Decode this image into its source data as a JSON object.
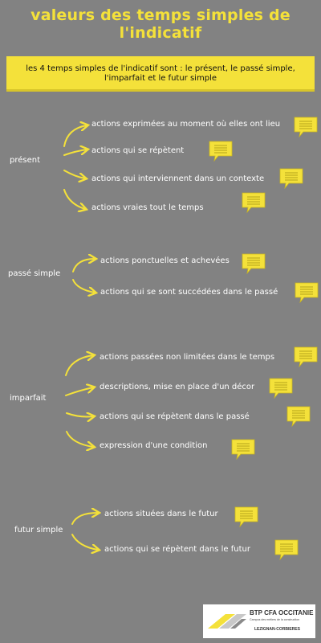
{
  "title": {
    "line1": "valeurs des temps simples de",
    "line2": "l'indicatif"
  },
  "banner": {
    "line1": "les 4 temps simples de l'indicatif sont : le présent, le passé simple,",
    "line2": "l'imparfait et le futur simple"
  },
  "sections": {
    "present": {
      "label": "présent",
      "items": [
        "actions exprimées au moment où elles ont lieu",
        "actions qui se répètent",
        "actions qui interviennent dans un contexte",
        "actions vraies tout le temps"
      ]
    },
    "passe_simple": {
      "label": "passé simple",
      "items": [
        "actions ponctuelles et achevées",
        "actions qui se sont succédées dans le passé"
      ]
    },
    "imparfait": {
      "label": "imparfait",
      "items": [
        "actions passées non limitées dans le temps",
        "descriptions, mise en place d'un décor",
        "actions qui se répètent dans le passé",
        "expression d'une condition"
      ]
    },
    "futur_simple": {
      "label": "futur simple",
      "items": [
        "actions situées dans le futur",
        "actions qui se répètent dans le futur"
      ]
    }
  },
  "logo": {
    "line1": "BTP CFA OCCITANIE",
    "line2": "Campus des métiers de la construction",
    "line3": "LEZIGNAN-CORBIERES"
  },
  "colors": {
    "background": "#828282",
    "accent": "#f4e13a",
    "text": "#ffffff"
  },
  "icons": {
    "arrow": "curved-arrow-icon",
    "bubble": "speech-bubble-icon",
    "logo": "btp-cfa-logo"
  }
}
